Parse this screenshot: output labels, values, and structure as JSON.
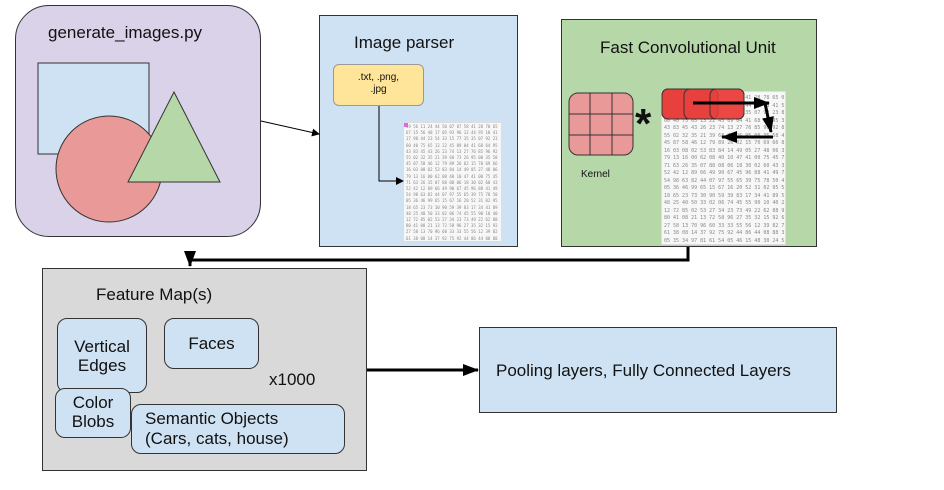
{
  "generate": {
    "title": "generate_images.py"
  },
  "parser": {
    "title": "Image parser",
    "file_types": ".txt, .png,\n.jpg"
  },
  "fcu": {
    "title": "Fast Convolutional Unit",
    "kernel_label": "Kernel",
    "operator": "*"
  },
  "feature": {
    "title": "Feature Map(s)",
    "vertical": "Vertical\nEdges",
    "faces": "Faces",
    "color": "Color\nBlobs",
    "semantic": "Semantic Objects\n(Cars, cats, house)",
    "multiplier": "x1000"
  },
  "pooling": {
    "label": "Pooling layers, Fully Connected Layers"
  },
  "colors": {
    "purple": "#d9d2e9",
    "blue": "#cfe2f3",
    "green": "#b6d7a8",
    "gray": "#d9d9d9",
    "yellow": "#ffe599",
    "red": "#ea9999",
    "bright_red": "#f4534f"
  }
}
